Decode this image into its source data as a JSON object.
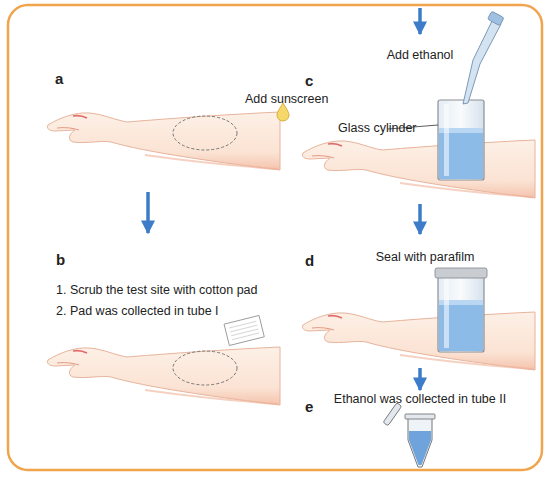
{
  "diagram": {
    "nodes": [
      {
        "text": [
          "a",
          "Add sunscreen"
        ]
      },
      {
        "text": [
          "b",
          "1. Scrub the test site with cotton pad",
          "2. Pad was collected in tube I"
        ]
      },
      {
        "text": [
          "c",
          "Add ethanol"
        ]
      },
      {
        "text": [
          "d",
          "Seal with parafilm"
        ]
      },
      {
        "text": [
          "e",
          "Ethanol was collected in tube II"
        ]
      }
    ],
    "edges": [
      {
        "from": 0,
        "to": 1,
        "arrow": "to"
      },
      {
        "from": 2,
        "to": 3,
        "arrow": "to"
      },
      {
        "from": 3,
        "to": 4,
        "arrow": "to"
      }
    ],
    "labels": [
      "Glass cylinder"
    ]
  }
}
